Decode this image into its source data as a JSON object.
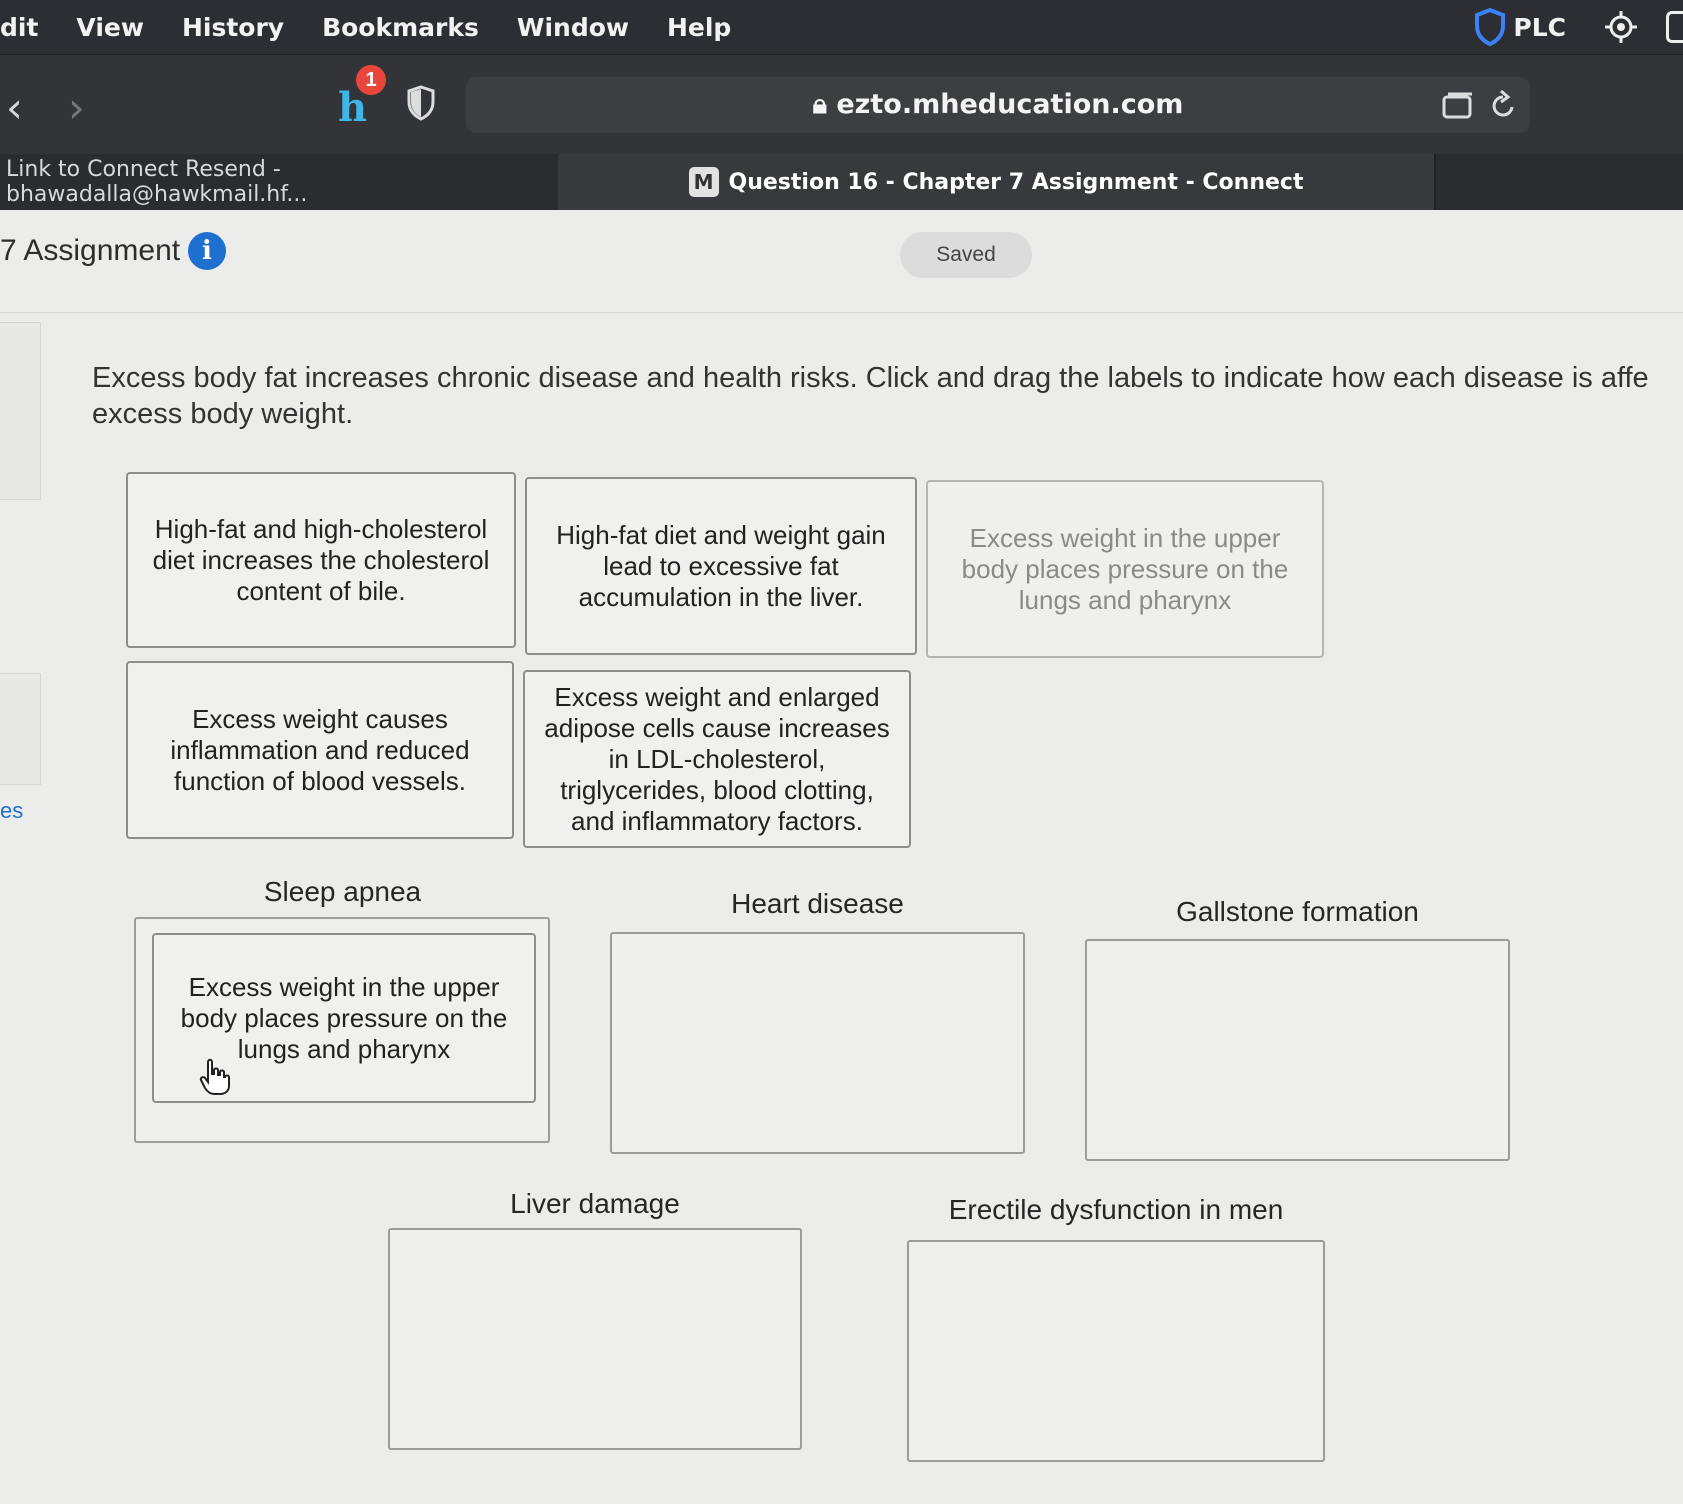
{
  "menubar": {
    "items": [
      "dit",
      "View",
      "History",
      "Bookmarks",
      "Window",
      "Help"
    ],
    "right_label": "PLC"
  },
  "toolbar": {
    "url": "ezto.mheducation.com",
    "extension_badge": "1"
  },
  "tabs": [
    {
      "label": "Link to Connect Resend - bhawadalla@hawkmail.hf..."
    },
    {
      "label": "Question 16 - Chapter 7 Assignment - Connect",
      "icon": "M"
    }
  ],
  "header": {
    "title": "7 Assignment",
    "saved": "Saved"
  },
  "side": {
    "text": "es"
  },
  "question": {
    "line1": "Excess body fat increases chronic disease and health risks. Click and drag the labels to indicate how each disease is affe",
    "line2": "excess body weight."
  },
  "labels": [
    {
      "text": "High-fat and high-cholesterol diet increases the cholesterol content of bile."
    },
    {
      "text": "High-fat diet and weight gain lead to excessive fat accumulation in the liver."
    },
    {
      "text": "Excess weight in the upper body places pressure on the lungs and pharynx"
    },
    {
      "text": "Excess weight causes inflammation and reduced function of blood vessels."
    },
    {
      "text": "Excess weight and enlarged adipose cells cause increases in LDL-cholesterol, triglycerides, blood clotting, and inflammatory factors."
    }
  ],
  "targets": [
    {
      "title": "Sleep apnea",
      "placed": "Excess weight in the upper body places pressure on the lungs and pharynx"
    },
    {
      "title": "Heart disease"
    },
    {
      "title": "Gallstone formation"
    },
    {
      "title": "Liver damage"
    },
    {
      "title": "Erectile dysfunction in men"
    }
  ],
  "colors": {
    "accent": "#1f6fd1",
    "badge": "#e8453c",
    "chrome": "#2c2e33"
  }
}
